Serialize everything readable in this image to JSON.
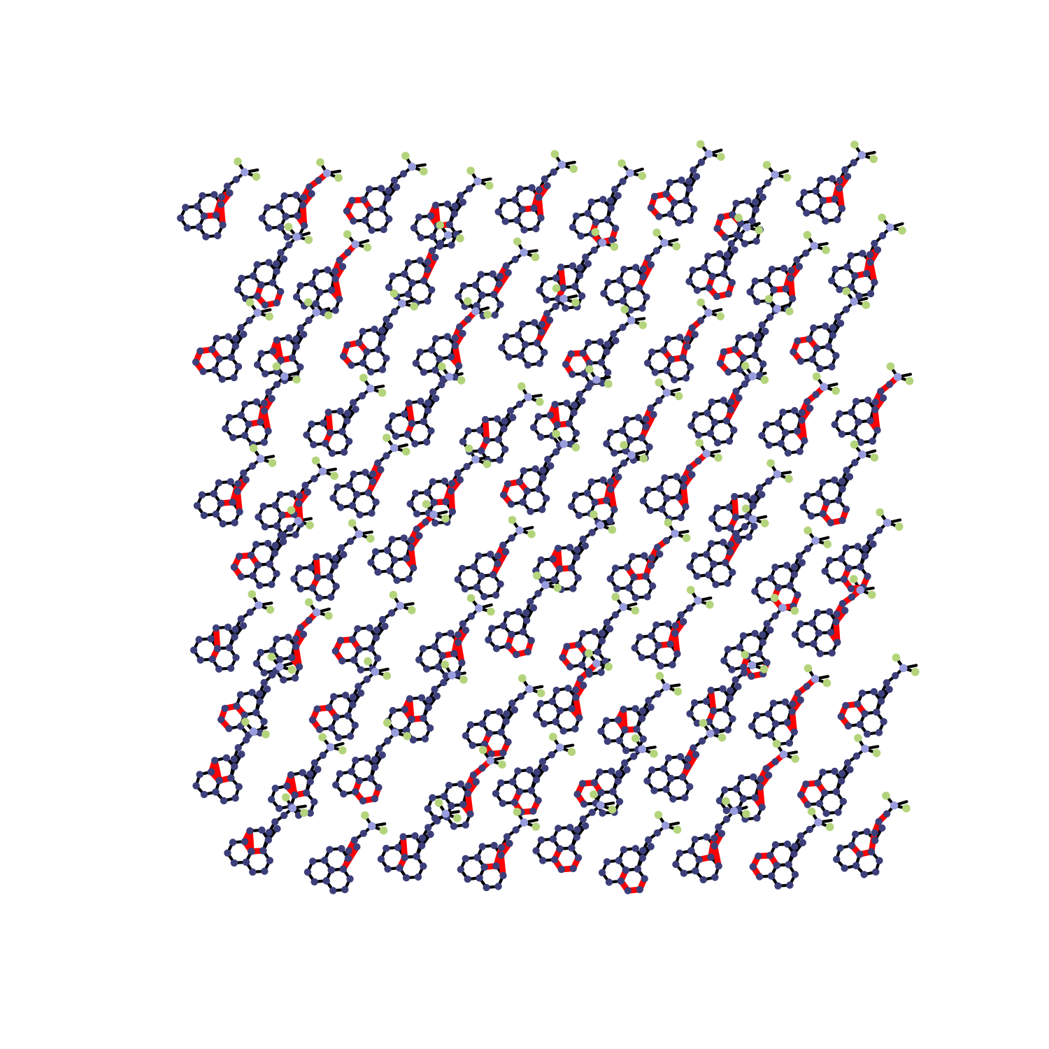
{
  "figure": {
    "kind": "molecule-lattice",
    "colors": {
      "background": "#ffffff",
      "bond": "#000000",
      "carbon_atom": "#3c3f7a",
      "nitrogen_atom": "#9a9ddd",
      "fluorine_atom": "#b4d47c",
      "highlight_path": "#ff0000"
    },
    "molecule_count": 96,
    "highlighted_path_count": 96
  }
}
